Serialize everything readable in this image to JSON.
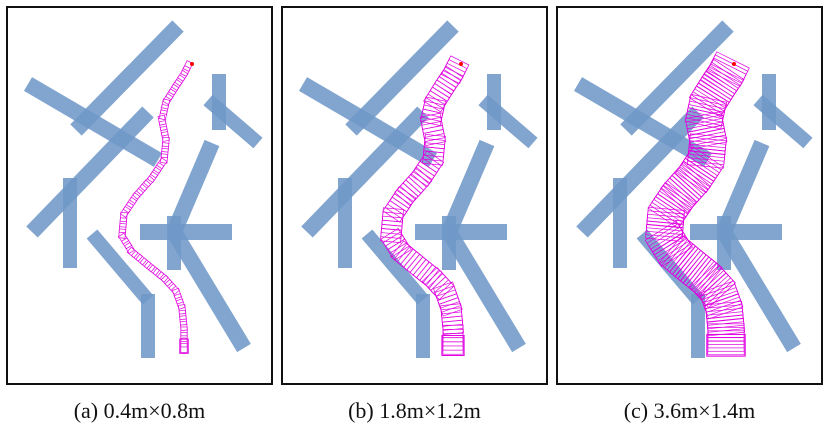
{
  "colors": {
    "obstacle": "#6f98c8",
    "footprint": "#e000e0",
    "goal_marker": "#ff0000",
    "frame": "#111111"
  },
  "panels": [
    {
      "id": "a",
      "caption": "(a) 0.4m×0.8m",
      "robot_w_m": 0.4,
      "robot_l_m": 0.8
    },
    {
      "id": "b",
      "caption": "(b) 1.8m×1.2m",
      "robot_w_m": 1.8,
      "robot_l_m": 1.2
    },
    {
      "id": "c",
      "caption": "(c) 3.6m×1.4m",
      "robot_w_m": 3.6,
      "robot_l_m": 1.4
    }
  ]
}
